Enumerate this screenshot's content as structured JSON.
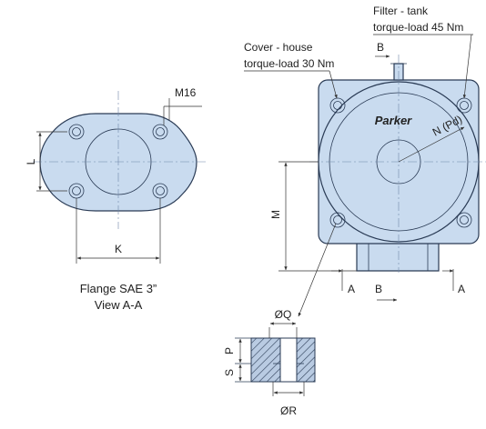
{
  "flange_view": {
    "label_thread": "M16",
    "label_L": "L",
    "label_K": "K",
    "caption_line1": "Flange SAE 3”",
    "caption_line2": "View A-A"
  },
  "housing_view": {
    "filter_line1": "Filter - tank",
    "filter_line2": "torque-load 45 Nm",
    "cover_line1": "Cover - house",
    "cover_line2": "torque-load 30 Nm",
    "label_B_top": "B",
    "brand": "Parker",
    "label_N": "N (Pd)",
    "label_M": "M",
    "label_A_left": "A",
    "label_A_right": "A",
    "label_B_bottom": "B"
  },
  "section_view": {
    "label_Q": "ØQ",
    "label_P": "P",
    "label_S": "S",
    "label_R": "ØR"
  },
  "colors": {
    "part_fill": "#c9dbef",
    "outline": "#2a3b55"
  }
}
